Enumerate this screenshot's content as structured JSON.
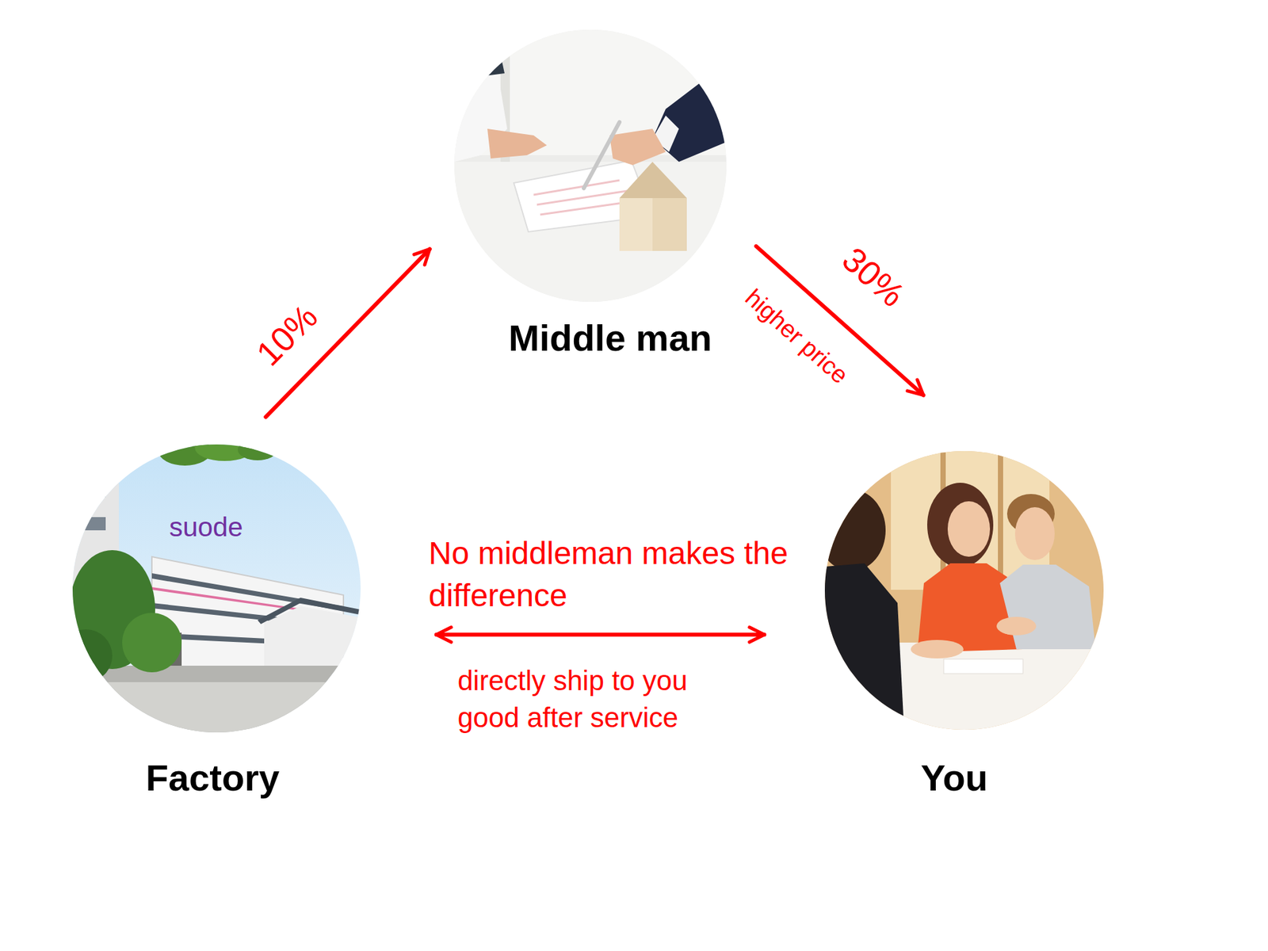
{
  "diagram": {
    "nodes": [
      {
        "text": [
          "Middle man"
        ]
      },
      {
        "text": [
          "suode",
          "Factory"
        ]
      },
      {
        "text": [
          "You"
        ]
      }
    ],
    "edges": [
      {
        "from": 1,
        "to": 0,
        "arrow": "to",
        "label": "10%"
      },
      {
        "from": 0,
        "to": 2,
        "arrow": "to",
        "label": "30%"
      },
      {
        "from": 1,
        "to": 2,
        "arrow": "both",
        "label": "No middleman makes the difference"
      }
    ],
    "labels": [
      "higher price",
      "directly ship to you",
      "good after service"
    ]
  }
}
